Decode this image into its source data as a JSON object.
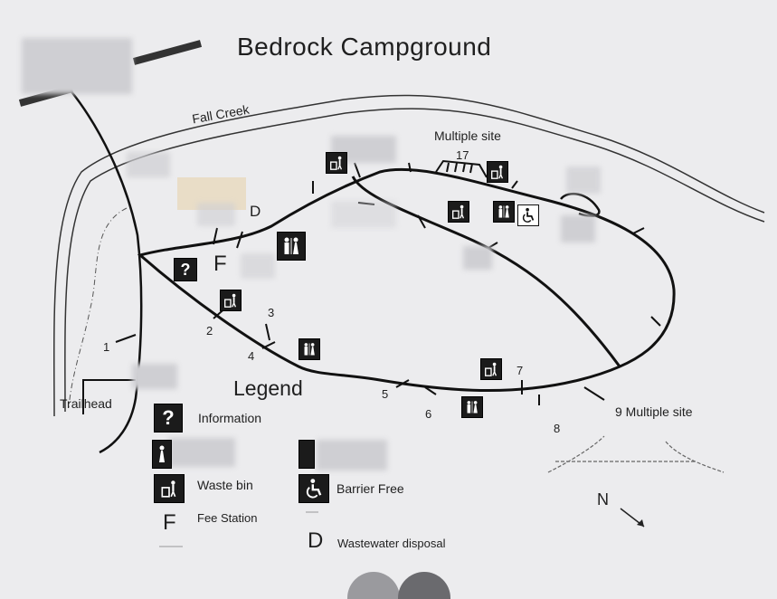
{
  "map": {
    "title": "Bedrock Campground",
    "creek": "Fall Creek",
    "multiple_site_17": "Multiple site",
    "site_17_number": "17",
    "multiple_site_9": "9 Multiple site",
    "trailhead": "Trailhead",
    "dump_letter": "D",
    "fee_letter": "F",
    "north": "N",
    "site_numbers": [
      "1",
      "2",
      "3",
      "4",
      "5",
      "6",
      "7",
      "8"
    ]
  },
  "legend": {
    "title": "Legend",
    "information": "Information",
    "waste_bin": "Waste bin",
    "barrier_free": "Barrier Free",
    "fee_station_letter": "F",
    "fee_station": "Fee Station",
    "wastewater_letter": "D",
    "wastewater": "Wastewater disposal",
    "info_glyph": "?"
  },
  "colors": {
    "paper": "#ececee",
    "ink": "#1f1f1f",
    "icon_bg": "#1b1b1b"
  },
  "icons": [
    "information-icon",
    "restroom-icon",
    "waste-bin-icon",
    "barrier-free-icon",
    "north-arrow-icon"
  ]
}
